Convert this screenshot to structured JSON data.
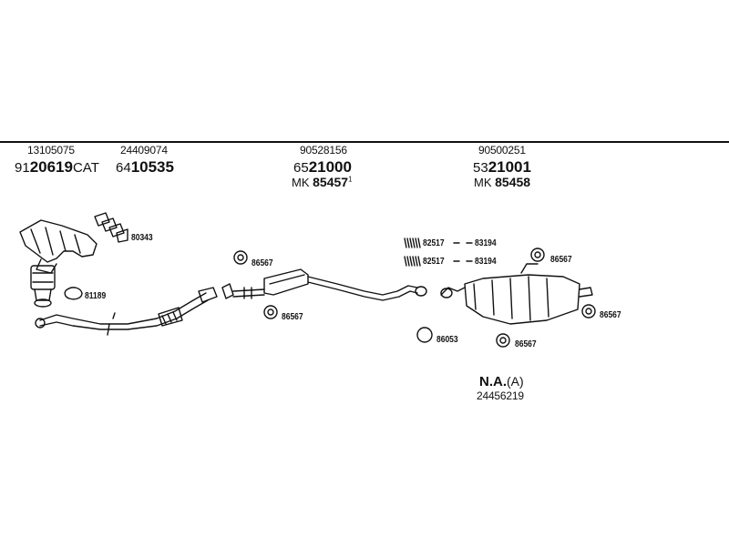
{
  "groups": [
    {
      "top_code": "13105075",
      "big_prefix": "91",
      "big_bold": "20619",
      "big_suffix": "CAT"
    },
    {
      "top_code": "24409074",
      "big_prefix": "64",
      "big_bold": "10535",
      "big_suffix": ""
    },
    {
      "top_code": "90528156",
      "big_prefix": "65",
      "big_bold": "21000",
      "big_suffix": "",
      "mk_prefix": "MK",
      "mk_bold": "85457",
      "mk_sup": "1"
    },
    {
      "top_code": "90500251",
      "big_prefix": "53",
      "big_bold": "21001",
      "big_suffix": "",
      "mk_prefix": "MK",
      "mk_bold": "85458"
    }
  ],
  "parts": {
    "gasket_set": "80343",
    "cat_ring": "81189",
    "hanger_a1": "86567",
    "hanger_a2": "86567",
    "clamp_1": "82517",
    "clamp_1_pair": "83194",
    "clamp_2": "82517",
    "clamp_2_pair": "83194",
    "hanger_b1": "86567",
    "hanger_b2": "86567",
    "hanger_b3": "86567",
    "ring": "86053"
  },
  "na": {
    "bold": "N.A.",
    "suffix": "(A)",
    "code": "24456219"
  },
  "colors": {
    "ink": "#111111",
    "background": "#ffffff"
  }
}
